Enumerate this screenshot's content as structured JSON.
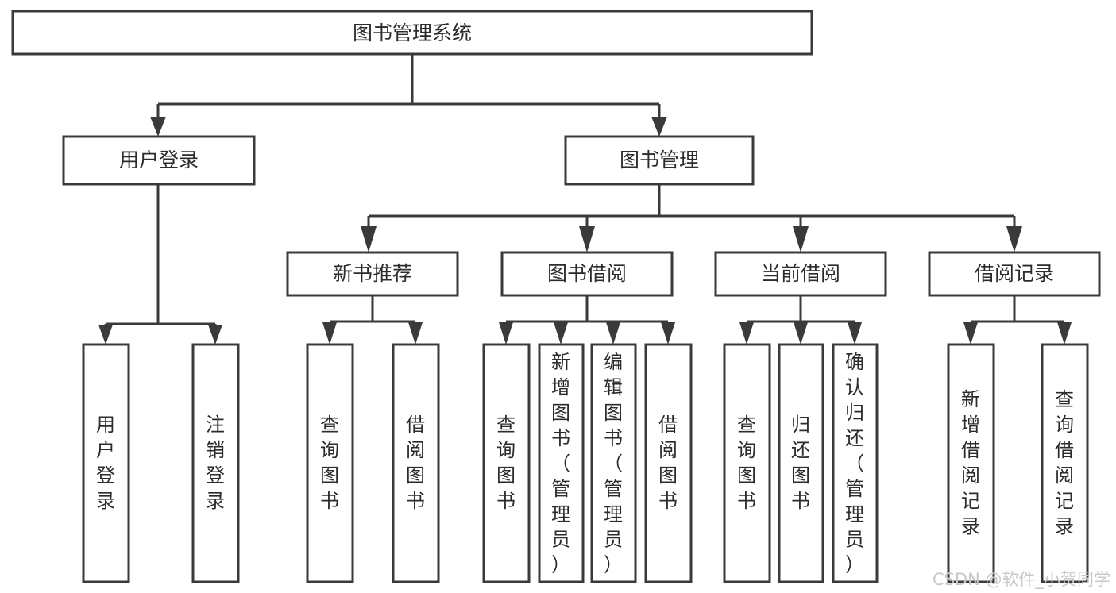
{
  "diagram": {
    "title": "图书管理系统",
    "type": "tree-hierarchy",
    "watermark": "CSDN @软件_小贺同学",
    "colors": {
      "background": "#ffffff",
      "box_stroke": "#3a3a3a",
      "box_fill": "#ffffff",
      "text": "#2b2b2b",
      "watermark": "#c8c8c8"
    },
    "levels": {
      "root": "图书管理系统",
      "level2": [
        "用户登录",
        "图书管理"
      ],
      "level3": [
        "新书推荐",
        "图书借阅",
        "当前借阅",
        "借阅记录"
      ]
    },
    "nodes": {
      "root": {
        "label": "图书管理系统",
        "orientation": "horizontal"
      },
      "user_login": {
        "label": "用户登录",
        "orientation": "horizontal"
      },
      "book_manage": {
        "label": "图书管理",
        "orientation": "horizontal"
      },
      "new_book_rec": {
        "label": "新书推荐",
        "orientation": "horizontal"
      },
      "book_borrow": {
        "label": "图书借阅",
        "orientation": "horizontal"
      },
      "current_borrow": {
        "label": "当前借阅",
        "orientation": "horizontal"
      },
      "borrow_record": {
        "label": "借阅记录",
        "orientation": "horizontal"
      },
      "leaf_user_login": {
        "label": "用户登录",
        "orientation": "vertical"
      },
      "leaf_logout": {
        "label": "注销登录",
        "orientation": "vertical"
      },
      "leaf_query_book_rec": {
        "label": "查询图书",
        "orientation": "vertical"
      },
      "leaf_borrow_book_rec": {
        "label": "借阅图书",
        "orientation": "vertical"
      },
      "leaf_query_book_borrow": {
        "label": "查询图书",
        "orientation": "vertical"
      },
      "leaf_add_book": {
        "label": "新增图书（管理员）",
        "orientation": "vertical"
      },
      "leaf_edit_book": {
        "label": "编辑图书（管理员）",
        "orientation": "vertical"
      },
      "leaf_borrow_book": {
        "label": "借阅图书",
        "orientation": "vertical"
      },
      "leaf_query_book_cur": {
        "label": "查询图书",
        "orientation": "vertical"
      },
      "leaf_return_book": {
        "label": "归还图书",
        "orientation": "vertical"
      },
      "leaf_confirm_return": {
        "label": "确认归还（管理员）",
        "orientation": "vertical"
      },
      "leaf_add_record": {
        "label": "新增借阅记录",
        "orientation": "vertical"
      },
      "leaf_query_record": {
        "label": "查询借阅记录",
        "orientation": "vertical"
      }
    },
    "edges": [
      {
        "from": "图书管理系统",
        "to": "用户登录"
      },
      {
        "from": "图书管理系统",
        "to": "图书管理"
      },
      {
        "from": "用户登录",
        "to": "用户登录"
      },
      {
        "from": "用户登录",
        "to": "注销登录"
      },
      {
        "from": "图书管理",
        "to": "新书推荐"
      },
      {
        "from": "图书管理",
        "to": "图书借阅"
      },
      {
        "from": "图书管理",
        "to": "当前借阅"
      },
      {
        "from": "图书管理",
        "to": "借阅记录"
      },
      {
        "from": "新书推荐",
        "to": "查询图书"
      },
      {
        "from": "新书推荐",
        "to": "借阅图书"
      },
      {
        "from": "图书借阅",
        "to": "查询图书"
      },
      {
        "from": "图书借阅",
        "to": "新增图书（管理员）"
      },
      {
        "from": "图书借阅",
        "to": "编辑图书（管理员）"
      },
      {
        "from": "图书借阅",
        "to": "借阅图书"
      },
      {
        "from": "当前借阅",
        "to": "查询图书"
      },
      {
        "from": "当前借阅",
        "to": "归还图书"
      },
      {
        "from": "当前借阅",
        "to": "确认归还（管理员）"
      },
      {
        "from": "借阅记录",
        "to": "新增借阅记录"
      },
      {
        "from": "借阅记录",
        "to": "查询借阅记录"
      }
    ]
  }
}
